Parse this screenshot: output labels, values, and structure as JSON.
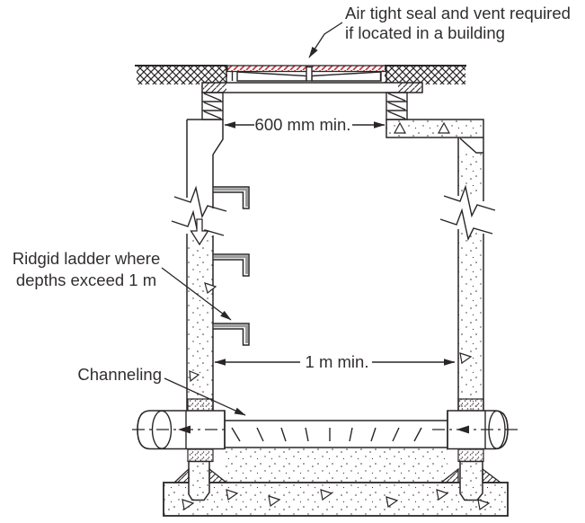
{
  "figure": {
    "type": "technical-section-drawing",
    "subject": "inspection chamber / manhole cross-section"
  },
  "annotations": {
    "seal_note_line1": "Air tight seal and vent required",
    "seal_note_line2": "if located in a building",
    "ladder_note_line1": "Ridgid ladder where",
    "ladder_note_line2": "depths exceed 1 m",
    "channeling_label": "Channeling"
  },
  "dimensions": {
    "cover_opening": "600 mm min.",
    "chamber_width": "1 m min."
  },
  "colors": {
    "line": "#2a2627",
    "seal_hatch_red": "#c43a43",
    "rung_gray": "#9a9a9a",
    "text": "#322e2f"
  }
}
